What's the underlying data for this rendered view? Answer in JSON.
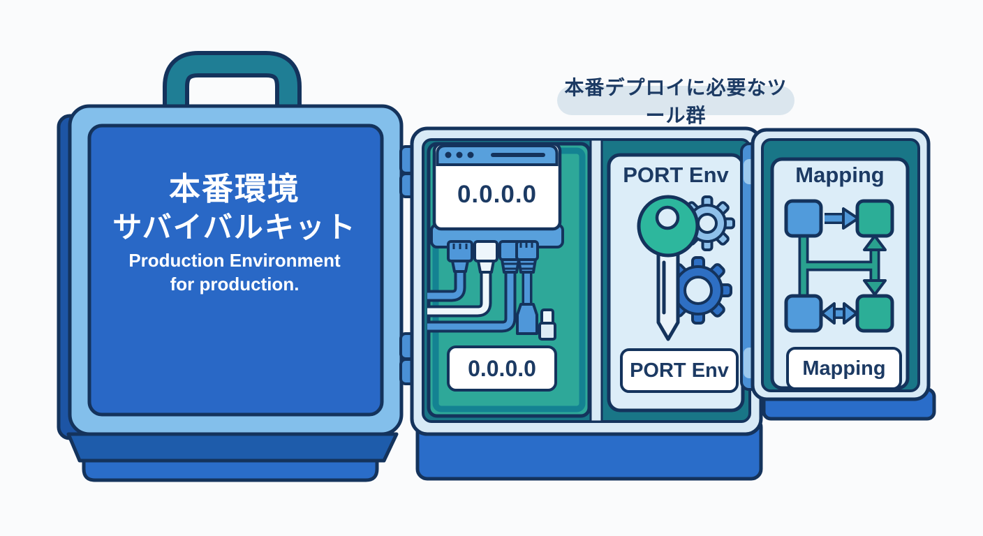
{
  "badge": {
    "label": "本番デプロイに必要なツール群"
  },
  "suitcase": {
    "title_line1": "本番環境",
    "title_line2": "サバイバルキット",
    "subtitle_line1": "Production Environment",
    "subtitle_line2": "for production."
  },
  "network_panel": {
    "browser_address": "0.0.0.0",
    "label": "0.0.0.0"
  },
  "port_panel": {
    "title": "PORT Env",
    "label": "PORT Env"
  },
  "mapping_panel": {
    "title": "Mapping",
    "label": "Mapping"
  },
  "icons": {
    "suitcase_handle": "handle-icon",
    "browser_window": "browser-window-icon",
    "ethernet_cables": "network-cables-icon",
    "key": "key-icon",
    "gears": "gears-icon",
    "flow_diagram": "mapping-flow-icon"
  },
  "colors": {
    "outline_navy": "#14335c",
    "suitcase_blue": "#2968c6",
    "suitcase_frame": "#83bfeb",
    "suitcase_side": "#1d55a5",
    "handle_teal": "#1f7e95",
    "case_frame_light": "#d8eaf6",
    "case_interior_teal": "#197687",
    "panel_green": "#2ea899",
    "accent_blue": "#4f97d9",
    "key_teal": "#2db79d",
    "gear_blue": "#2e6fc3",
    "base_blue": "#2a6dc9",
    "badge_bg": "#dbe6ee",
    "text_navy": "#1c3a63"
  }
}
